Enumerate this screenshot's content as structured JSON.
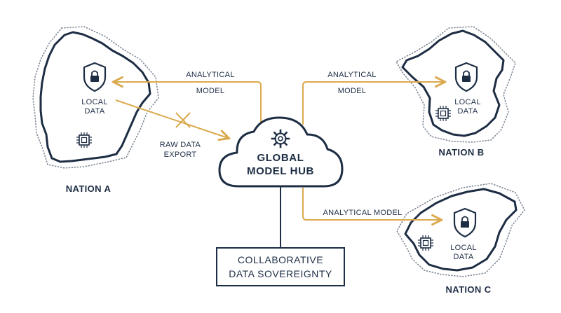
{
  "colors": {
    "navy": "#1d2d44",
    "gold": "#dba94e",
    "dots": "#7d8794",
    "background": "#ffffff"
  },
  "hub": {
    "line1": "GLOBAL",
    "line2": "MODEL HUB",
    "icon": "gear-icon"
  },
  "nations": {
    "a": {
      "name": "NATION A",
      "data_line1": "LOCAL",
      "data_line2": "DATA",
      "icons": [
        "lock-shield-icon",
        "chip-icon"
      ]
    },
    "b": {
      "name": "NATION B",
      "data_line1": "LOCAL",
      "data_line2": "DATA",
      "icons": [
        "lock-shield-icon",
        "chip-icon"
      ]
    },
    "c": {
      "name": "NATION C",
      "data_line1": "LOCAL",
      "data_line2": "DATA",
      "icons": [
        "lock-shield-icon",
        "chip-icon"
      ]
    }
  },
  "flows": {
    "to_a_line1": "ANALYTICAL",
    "to_a_line2": "MODEL",
    "to_b_line1": "ANALYTICAL",
    "to_b_line2": "MODEL",
    "to_c": "ANALYTICAL MODEL",
    "raw_line1": "RAW DATA",
    "raw_line2": "EXPORT",
    "raw_blocked_icon": "cross-icon"
  },
  "footer": {
    "line1": "COLLABORATIVE",
    "line2": "DATA SOVEREIGNTY"
  }
}
